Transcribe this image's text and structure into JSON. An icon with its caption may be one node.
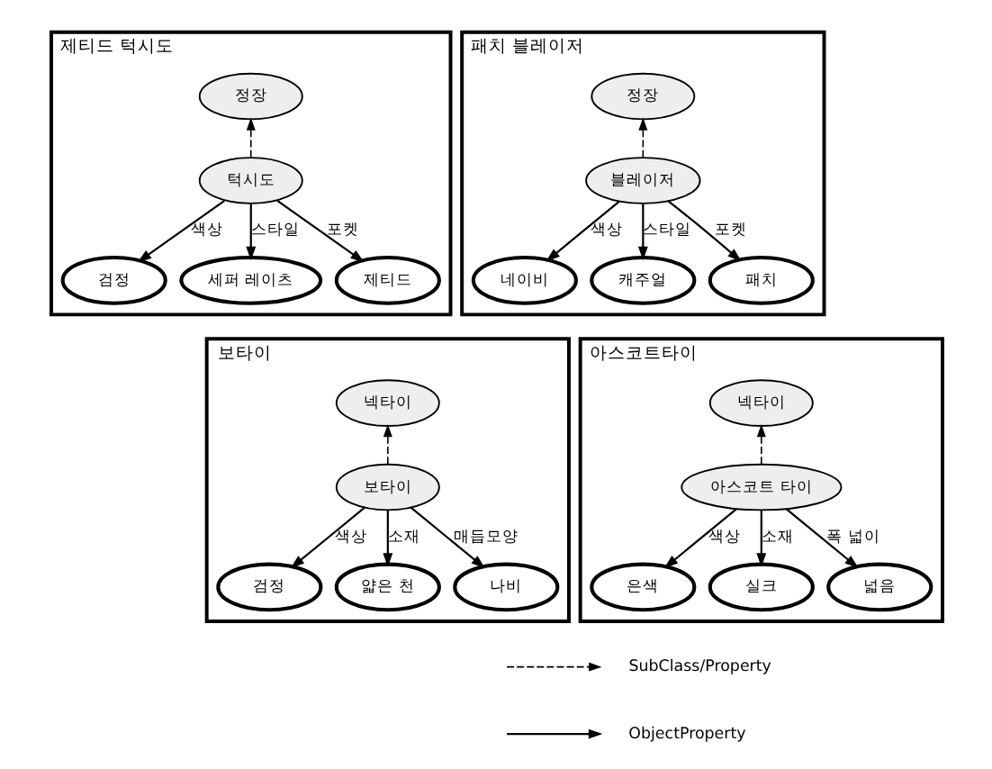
{
  "diagram": {
    "nodes": [
      {
        "text": [
          "제티드 턱시도"
        ]
      },
      {
        "text": [
          "정장"
        ],
        "in": 0
      },
      {
        "text": [
          "턱시도"
        ],
        "in": 0
      },
      {
        "text": [
          "검정"
        ],
        "in": 0
      },
      {
        "text": [
          "세퍼 레이츠"
        ],
        "in": 0
      },
      {
        "text": [
          "제티드"
        ],
        "in": 0
      },
      {
        "text": [
          "패치 블레이저"
        ]
      },
      {
        "text": [
          "정장"
        ],
        "in": 6
      },
      {
        "text": [
          "블레이저"
        ],
        "in": 6
      },
      {
        "text": [
          "네이비"
        ],
        "in": 6
      },
      {
        "text": [
          "캐주얼"
        ],
        "in": 6
      },
      {
        "text": [
          "패치"
        ],
        "in": 6
      },
      {
        "text": [
          "보타이"
        ]
      },
      {
        "text": [
          "넥타이"
        ],
        "in": 12
      },
      {
        "text": [
          "보타이"
        ],
        "in": 12
      },
      {
        "text": [
          "검정"
        ],
        "in": 12
      },
      {
        "text": [
          "얇은 천"
        ],
        "in": 12
      },
      {
        "text": [
          "나비"
        ],
        "in": 12
      },
      {
        "text": [
          "아스코트타이"
        ]
      },
      {
        "text": [
          "넥타이"
        ],
        "in": 18
      },
      {
        "text": [
          "아스코트 타이"
        ],
        "in": 18
      },
      {
        "text": [
          "은색"
        ],
        "in": 18
      },
      {
        "text": [
          "실크"
        ],
        "in": 18
      },
      {
        "text": [
          "넓음"
        ],
        "in": 18
      }
    ],
    "edges": [
      {
        "from": 2,
        "to": 1,
        "arrow": "to",
        "style": "dashed"
      },
      {
        "from": 2,
        "to": 3,
        "arrow": "to",
        "label": "색상"
      },
      {
        "from": 2,
        "to": 4,
        "arrow": "to",
        "label": "스타일"
      },
      {
        "from": 2,
        "to": 5,
        "arrow": "to",
        "label": "포켓"
      },
      {
        "from": 8,
        "to": 7,
        "arrow": "to",
        "style": "dashed"
      },
      {
        "from": 8,
        "to": 9,
        "arrow": "to",
        "label": "색상"
      },
      {
        "from": 8,
        "to": 10,
        "arrow": "to",
        "label": "스타일"
      },
      {
        "from": 8,
        "to": 11,
        "arrow": "to",
        "label": "포켓"
      },
      {
        "from": 14,
        "to": 13,
        "arrow": "to",
        "style": "dashed"
      },
      {
        "from": 14,
        "to": 15,
        "arrow": "to",
        "label": "색상"
      },
      {
        "from": 14,
        "to": 16,
        "arrow": "to",
        "label": "소재"
      },
      {
        "from": 14,
        "to": 17,
        "arrow": "to",
        "label": "매듭모양"
      },
      {
        "from": 20,
        "to": 19,
        "arrow": "to",
        "style": "dashed"
      },
      {
        "from": 20,
        "to": 21,
        "arrow": "to",
        "label": "색상"
      },
      {
        "from": 20,
        "to": 22,
        "arrow": "to",
        "label": "소재"
      },
      {
        "from": 20,
        "to": 23,
        "arrow": "to",
        "label": "폭 넓이"
      }
    ],
    "legend": [
      {
        "text": "SubClass/Property"
      },
      {
        "text": "ObjectProperty"
      }
    ]
  }
}
